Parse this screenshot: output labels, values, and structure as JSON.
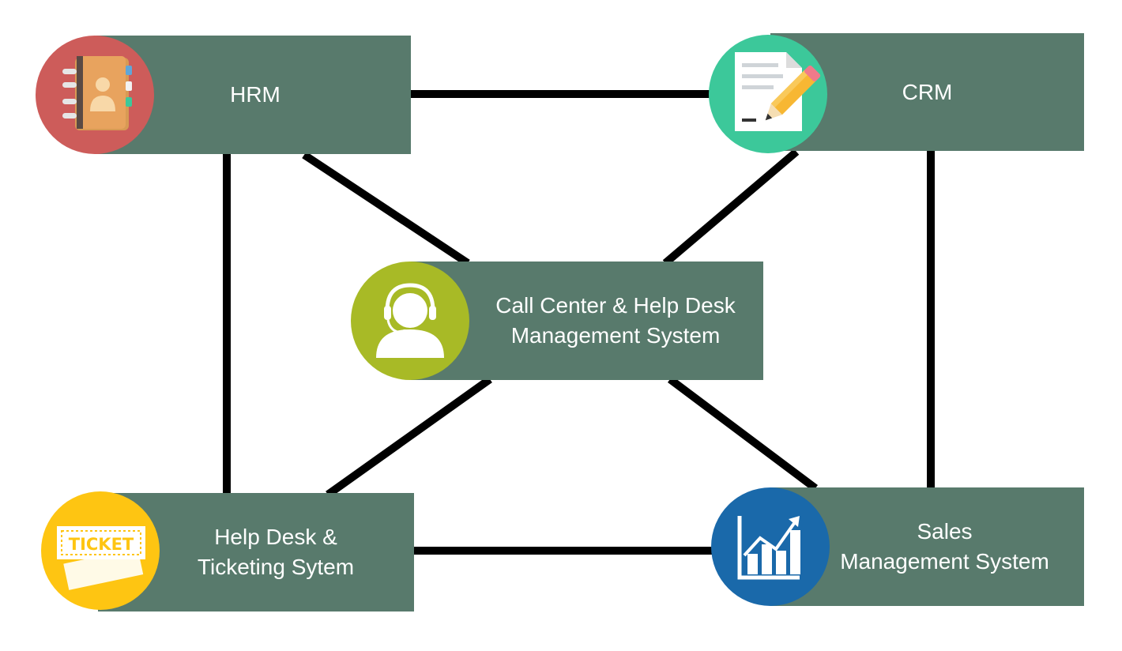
{
  "nodes": {
    "hrm": {
      "lines": [
        "HRM"
      ],
      "icon": "address-book-icon",
      "color": "#cd5c5a"
    },
    "crm": {
      "lines": [
        "CRM"
      ],
      "icon": "document-pencil-icon",
      "color": "#3cc89a"
    },
    "call_center": {
      "lines": [
        "Call Center & Help Desk",
        "Management System"
      ],
      "icon": "headset-agent-icon",
      "color": "#a8ba26"
    },
    "help_desk": {
      "lines": [
        "Help Desk &",
        "Ticketing Sytem"
      ],
      "icon": "ticket-icon",
      "color": "#fec512"
    },
    "sales": {
      "lines": [
        "Sales",
        "Management System"
      ],
      "icon": "bar-chart-growth-icon",
      "color": "#1a69aa"
    }
  },
  "box_color": "#587a6c",
  "connection_color": "#000000",
  "connections": [
    [
      "hrm",
      "crm"
    ],
    [
      "hrm",
      "help_desk"
    ],
    [
      "crm",
      "sales"
    ],
    [
      "help_desk",
      "sales"
    ],
    [
      "hrm",
      "call_center"
    ],
    [
      "crm",
      "call_center"
    ],
    [
      "call_center",
      "help_desk"
    ],
    [
      "call_center",
      "sales"
    ]
  ]
}
